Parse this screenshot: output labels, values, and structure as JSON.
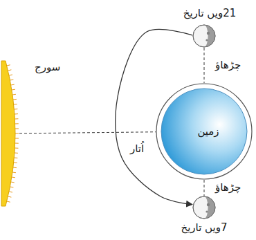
{
  "diagram": {
    "nodes": [
      {
        "text": [
          "21ویں تاریخ"
        ]
      },
      {
        "text": [
          "سورج"
        ]
      },
      {
        "text": [
          "زمین"
        ]
      },
      {
        "text": [
          "7ویں تاریخ"
        ]
      }
    ],
    "edges": [
      {
        "from": 0,
        "to": 2,
        "arrow": "none",
        "label": "چڑھاؤ"
      },
      {
        "from": 1,
        "to": 2,
        "arrow": "none"
      },
      {
        "from": 2,
        "to": 3,
        "arrow": "none",
        "label": "چڑھاؤ"
      },
      {
        "from": 0,
        "to": 3,
        "arrow": "to",
        "label": "اُتار"
      }
    ]
  }
}
